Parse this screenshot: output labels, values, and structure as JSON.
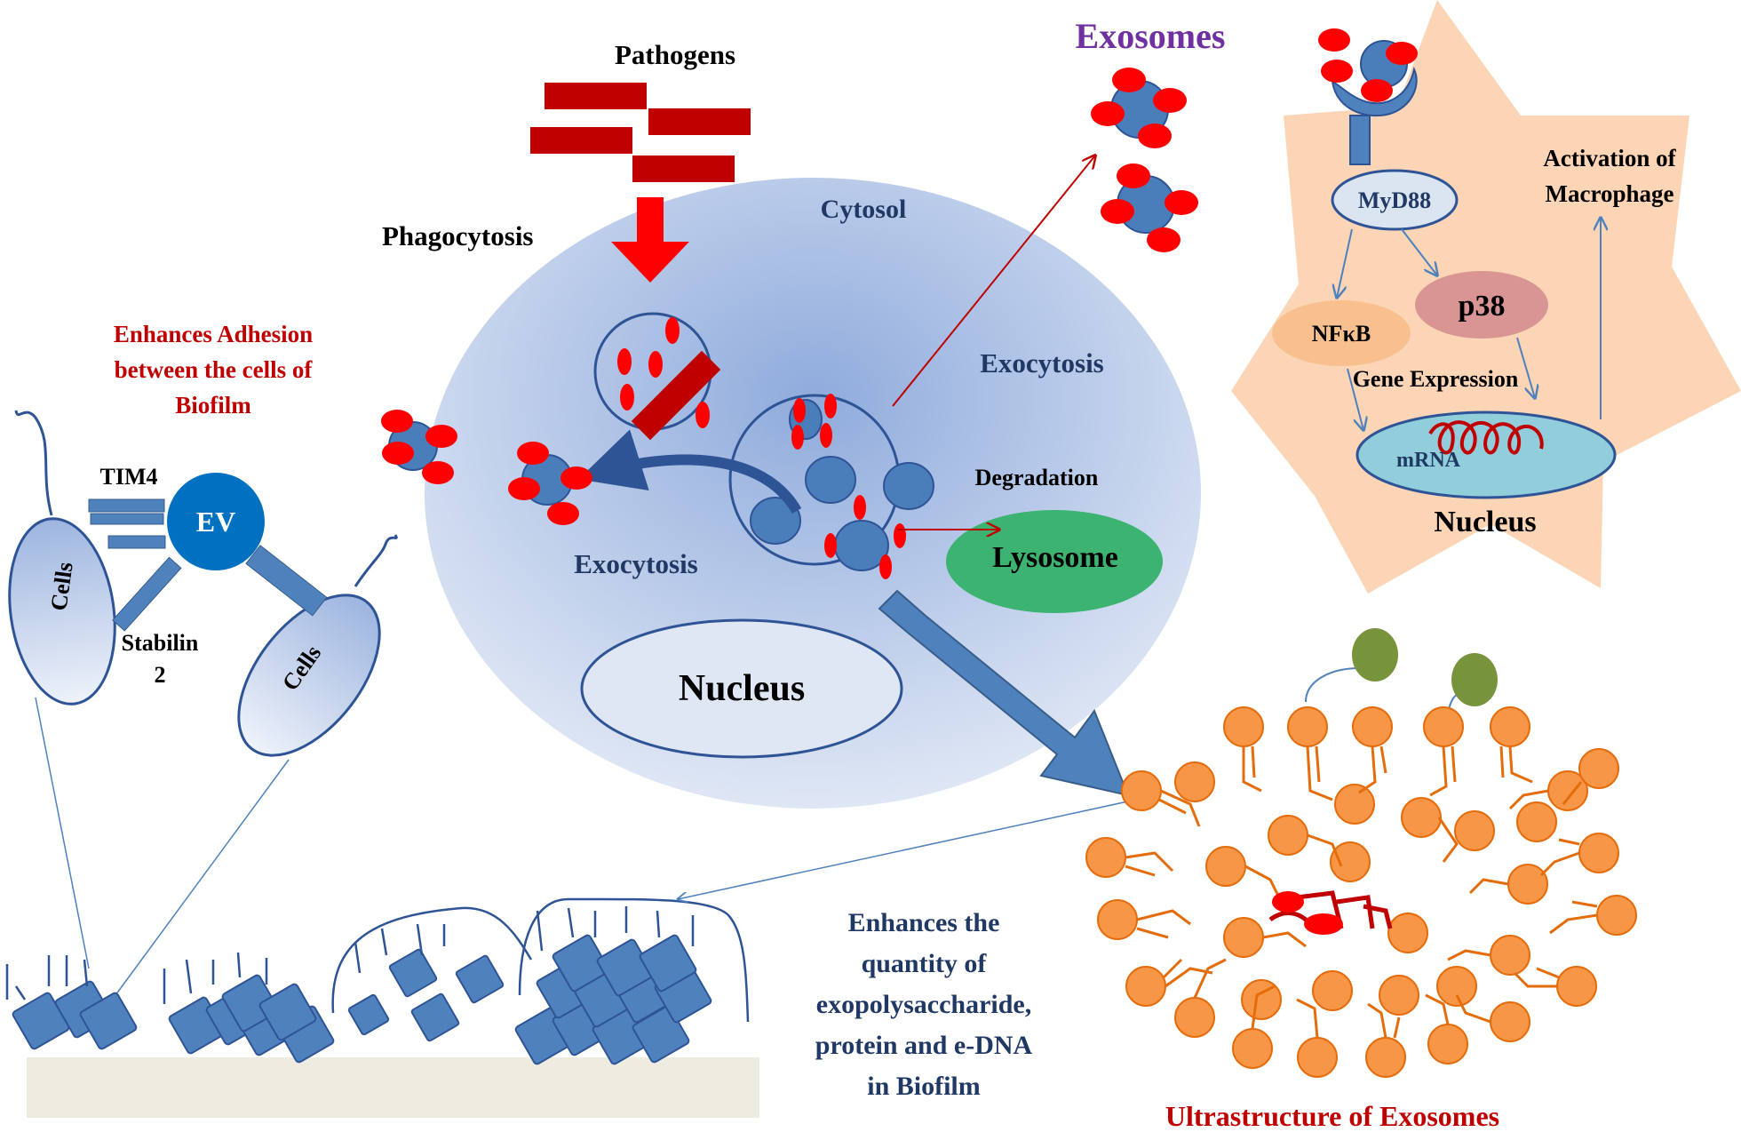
{
  "labels": {
    "pathogens": "Pathogens",
    "phagocytosis": "Phagocytosis",
    "cytosol": "Cytosol",
    "exosomes": "Exosomes",
    "exocytosis_right": "Exocytosis",
    "exocytosis_left": "Exocytosis",
    "degradation": "Degradation",
    "lysosome": "Lysosome",
    "nucleus_cell": "Nucleus",
    "adhesion_line1": "Enhances Adhesion",
    "adhesion_line2": "between the cells of",
    "adhesion_line3": "Biofilm",
    "tim4": "TIM4",
    "ev": "EV",
    "cells_left": "Cells",
    "cells_right": "Cells",
    "stabilin_line1": "Stabilin",
    "stabilin_line2": "2",
    "myd88": "MyD88",
    "nfkb": "NFκB",
    "p38": "p38",
    "gene_expression": "Gene Expression",
    "mrna": "mRNA",
    "nucleus_macrophage": "Nucleus",
    "activation_line1": "Activation of",
    "activation_line2": "Macrophage",
    "biofilm_line1": "Enhances the",
    "biofilm_line2": "quantity of",
    "biofilm_line3": "exopolysaccharide,",
    "biofilm_line4": "protein and e-DNA",
    "biofilm_line5": "in Biofilm",
    "ultrastructure": "Ultrastructure of Exosomes"
  },
  "colors": {
    "cell_body": "#b4c6e7",
    "vesicle_blue": "#4a7ebb",
    "cargo_red": "#ff0000",
    "pathogen_red": "#c00000",
    "lysosome_green": "#3cb371",
    "macrophage_peach": "#fbd5b5",
    "nfkb_orange": "#f9c08f",
    "p38_rose": "#d99594",
    "nucleus_cyan": "#92cddc",
    "lipid_orange": "#f79646",
    "glyco_green": "#77933c",
    "label_navy": "#1f3864",
    "label_red": "#c00000",
    "label_purple": "#7030a0"
  }
}
